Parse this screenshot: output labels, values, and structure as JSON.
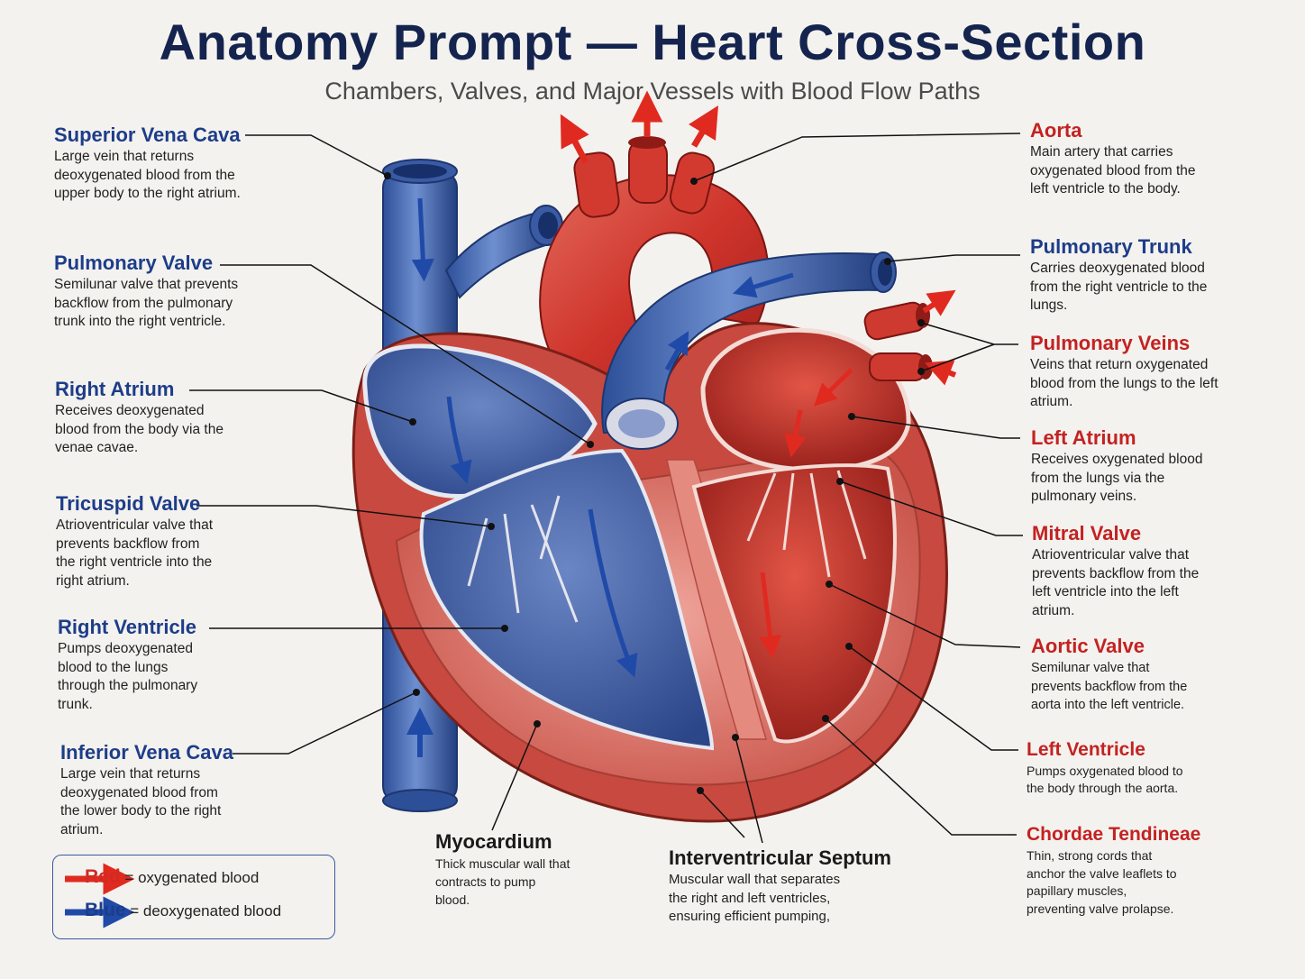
{
  "title": "Anatomy Prompt — Heart Cross-Section",
  "subtitle": "Chambers, Valves, and Major Vessels with Blood Flow Paths",
  "colors": {
    "oxygenated": "#cf2a24",
    "deoxygenated": "#2a52a8",
    "heading_blue": "#1d3d8a",
    "heading_red": "#c32222"
  },
  "labels": {
    "svc": {
      "title": "Superior Vena Cava",
      "desc": "Large vein that returns deoxygenated blood from the upper body to the right atrium."
    },
    "pulm_valve": {
      "title": "Pulmonary Valve",
      "desc": "Semilunar valve that prevents backflow from the pulmonary trunk into the right ventricle."
    },
    "right_atrium": {
      "title": "Right Atrium",
      "desc": "Receives deoxygenated blood from the body via the venae cavae."
    },
    "tricuspid": {
      "title": "Tricuspid Valve",
      "desc": "Atrioventricular valve that prevents backflow from the right ventricle into the right atrium."
    },
    "right_ventricle": {
      "title": "Right Ventricle",
      "desc": "Pumps deoxygenated blood to the lungs through the pulmonary trunk."
    },
    "ivc": {
      "title": "Inferior Vena Cava",
      "desc": "Large vein that returns deoxygenated blood from the lower body to the right atrium."
    },
    "aorta": {
      "title": "Aorta",
      "desc": "Main artery that carries oxygenated blood from the left ventricle to the body."
    },
    "pulm_trunk": {
      "title": "Pulmonary Trunk",
      "desc": "Carries deoxygenated blood from the right ventricle to the lungs."
    },
    "pulm_veins": {
      "title": "Pulmonary Veins",
      "desc": "Veins that return oxygenated blood from the lungs to the left atrium."
    },
    "left_atrium": {
      "title": "Left Atrium",
      "desc": "Receives oxygenated blood from the lungs via the pulmonary veins."
    },
    "mitral": {
      "title": "Mitral Valve",
      "desc": "Atrioventricular valve that prevents backflow from the left ventricle into the left atrium."
    },
    "aortic_valve": {
      "title": "Aortic Valve",
      "desc": "Semilunar valve that prevents backflow from the aorta into the left ventricle."
    },
    "left_ventricle": {
      "title": "Left Ventricle",
      "desc": "Pumps oxygenated blood to the body through the aorta."
    },
    "chordae": {
      "title": "Chordae Tendineae",
      "desc": "Thin, strong cords that anchor the valve leaflets to papillary muscles, preventing valve prolapse."
    },
    "myocardium": {
      "title": "Myocardium",
      "desc": "Thick muscular wall that contracts to pump blood."
    },
    "septum": {
      "title": "Interventricular Septum",
      "desc": "Muscular wall that separates the right and left ventricles, ensuring efficient pumping,"
    }
  },
  "legend": {
    "red_word": "Red",
    "red_text": "= oxygenated blood",
    "blue_word": "Blue",
    "blue_text": "= deoxygenated blood"
  }
}
